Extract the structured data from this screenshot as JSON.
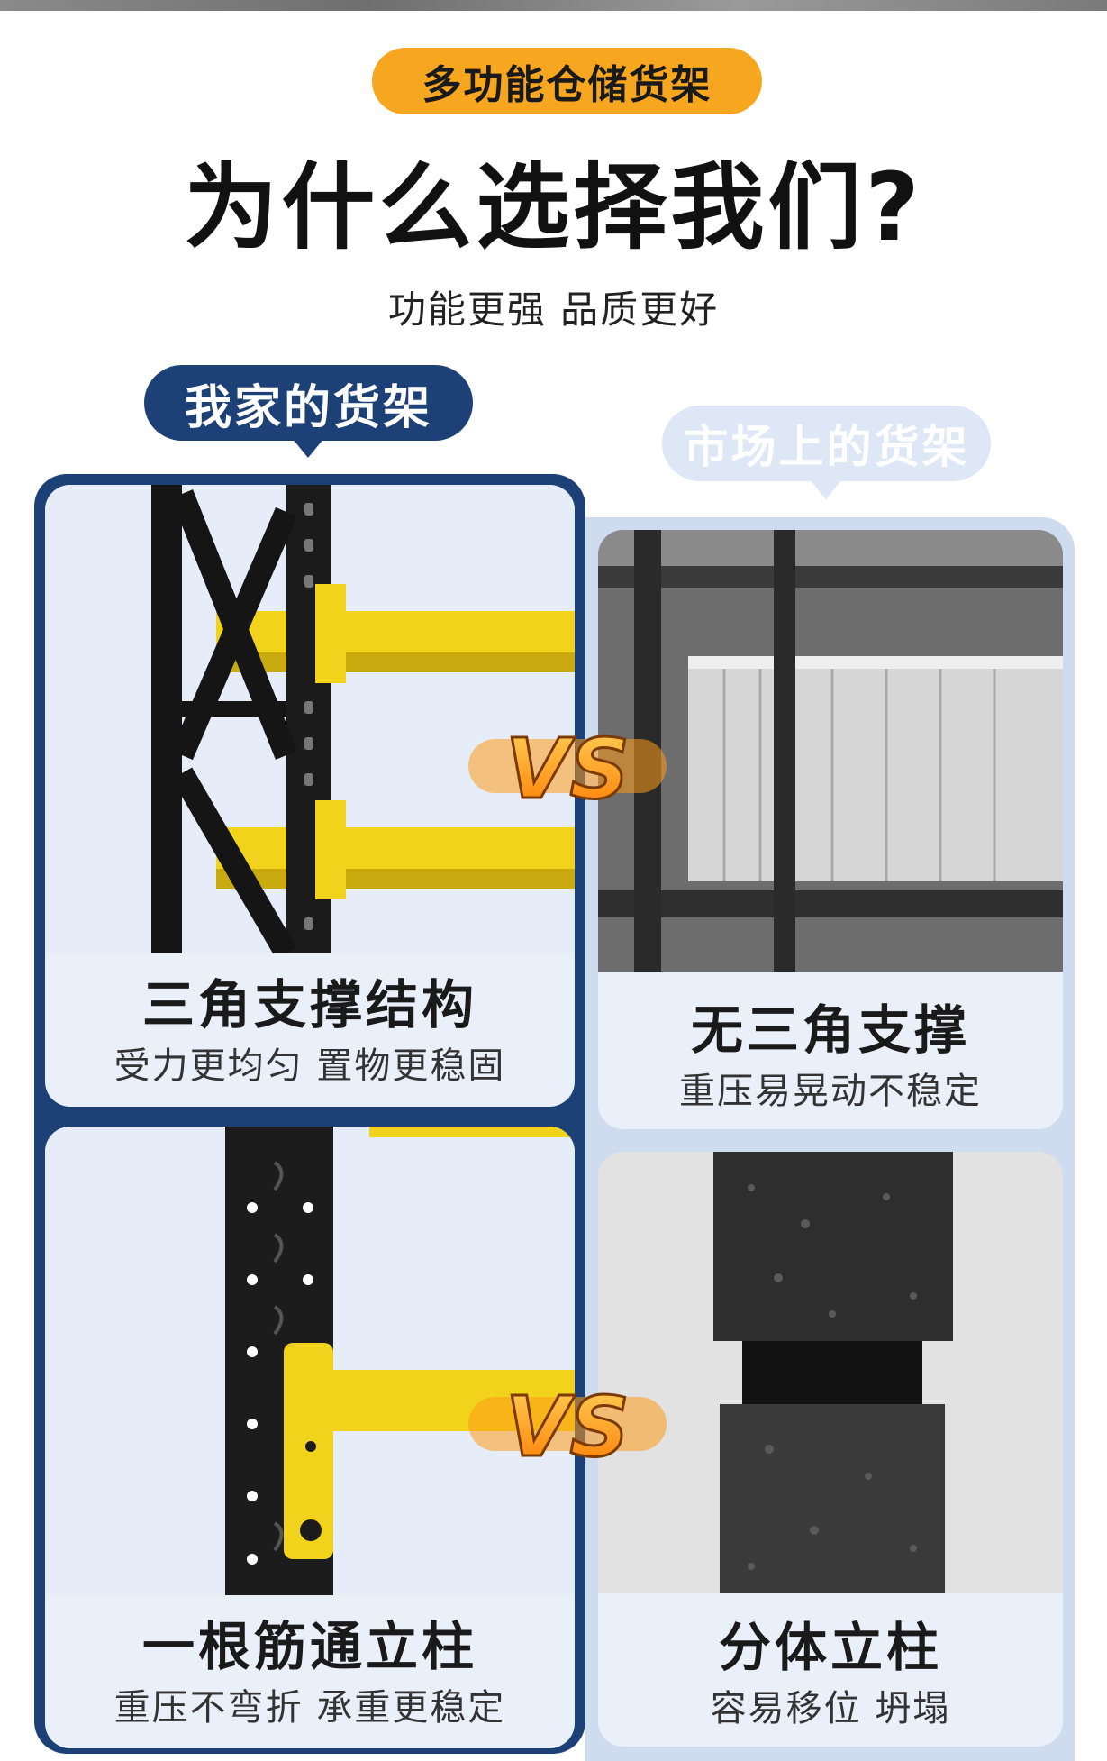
{
  "header": {
    "pill_label": "多功能仓储货架",
    "headline": "为什么选择我们?",
    "subtitle": "功能更强 品质更好"
  },
  "ours": {
    "tag": "我家的货架",
    "cards": [
      {
        "title": "三角支撑结构",
        "desc": "受力更均匀 置物更稳固"
      },
      {
        "title": "一根筋通立柱",
        "desc": "重压不弯折 承重更稳定"
      }
    ]
  },
  "theirs": {
    "tag": "市场上的货架",
    "cards": [
      {
        "title": "无三角支撑",
        "desc": "重压易晃动不稳定"
      },
      {
        "title": "分体立柱",
        "desc": "容易移位 坍塌"
      }
    ]
  },
  "vs_label": "VS",
  "colors": {
    "navy": "#1d4177",
    "orange": "#f6a61f",
    "yellow_beam": "#f2d31b",
    "light_blue": "#cfdbef"
  }
}
